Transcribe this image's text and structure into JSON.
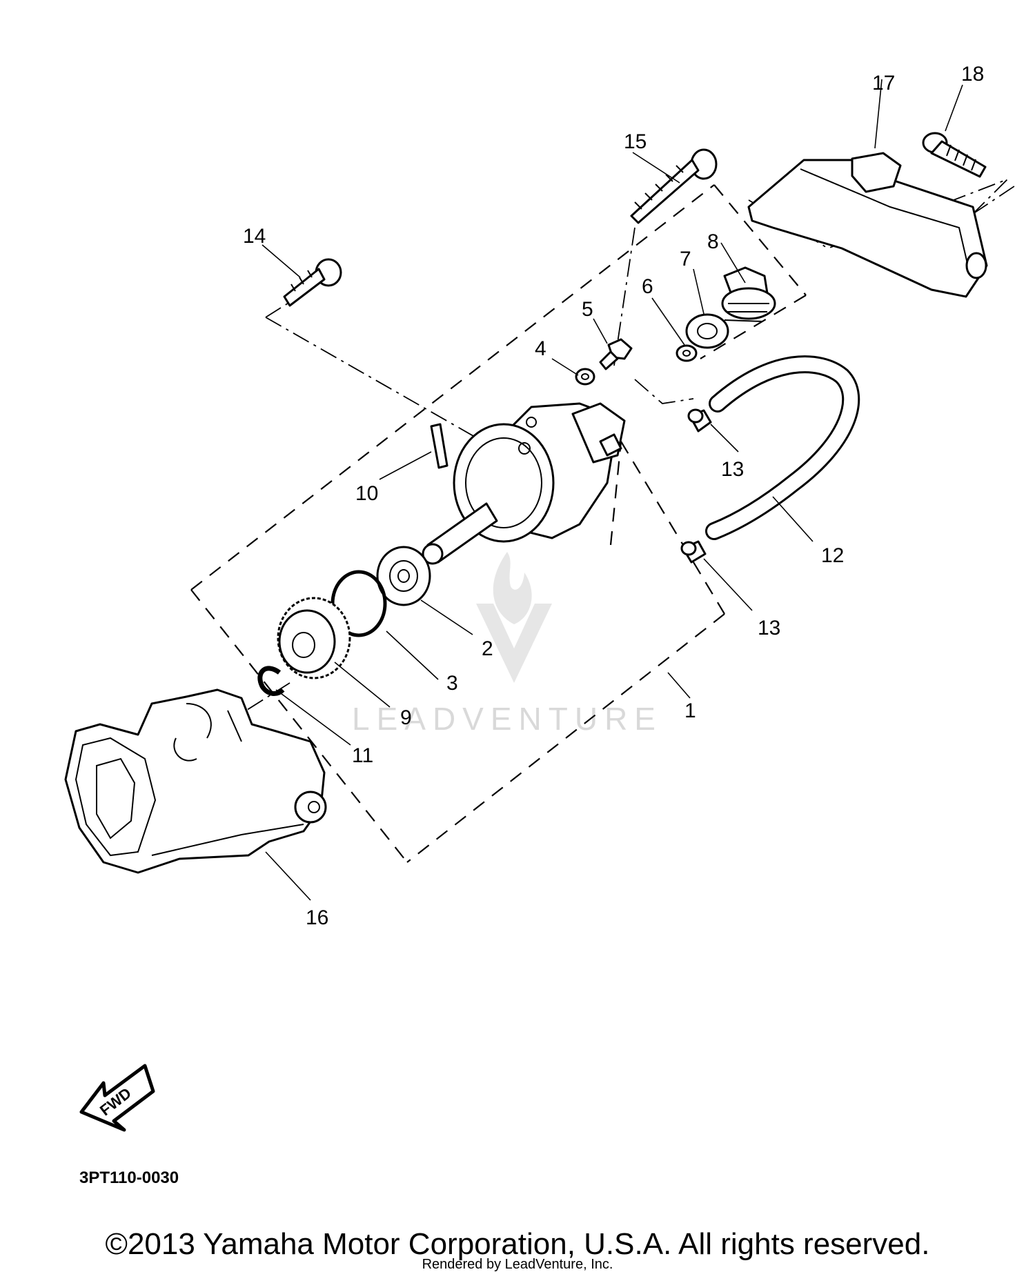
{
  "diagram": {
    "callouts": {
      "p1": "1",
      "p2": "2",
      "p3": "3",
      "p4": "4",
      "p5": "5",
      "p6": "6",
      "p7": "7",
      "p8": "8",
      "p9": "9",
      "p10": "10",
      "p11": "11",
      "p12": "12",
      "p13a": "13",
      "p13b": "13",
      "p14": "14",
      "p15": "15",
      "p16": "16",
      "p17": "17",
      "p18": "18"
    },
    "fwd_label": "FWD",
    "diagram_code": "3PT110-0030",
    "copyright": "©2013 Yamaha Motor Corporation, U.S.A. All rights reserved.",
    "rendered_by": "Rendered by LeadVenture, Inc.",
    "watermark": "LEADVENTURE"
  }
}
